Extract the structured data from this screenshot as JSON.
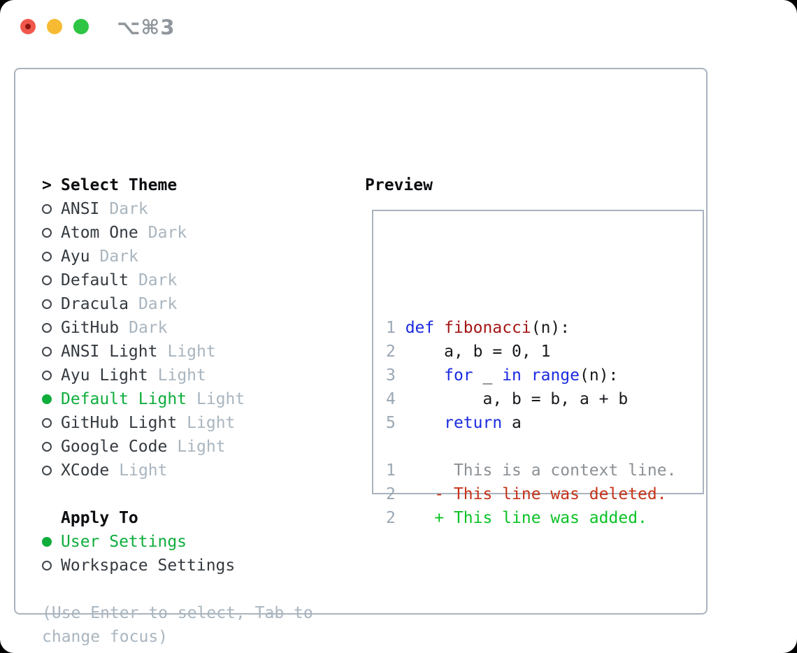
{
  "window": {
    "shortcut": "⌥⌘3",
    "traffic_lights": {
      "close_color": "#f1574b",
      "close_dot_color": "#8c1511",
      "minimize_color": "#f6bb32",
      "zoom_color": "#2dc543"
    }
  },
  "theme_panel": {
    "prompt": ">",
    "title": "Select Theme",
    "items": [
      {
        "name": "ANSI",
        "tag": "Dark",
        "selected": false
      },
      {
        "name": "Atom One",
        "tag": "Dark",
        "selected": false
      },
      {
        "name": "Ayu",
        "tag": "Dark",
        "selected": false
      },
      {
        "name": "Default",
        "tag": "Dark",
        "selected": false
      },
      {
        "name": "Dracula",
        "tag": "Dark",
        "selected": false
      },
      {
        "name": "GitHub",
        "tag": "Dark",
        "selected": false
      },
      {
        "name": "ANSI Light",
        "tag": "Light",
        "selected": false
      },
      {
        "name": "Ayu Light",
        "tag": "Light",
        "selected": false
      },
      {
        "name": "Default Light",
        "tag": "Light",
        "selected": true
      },
      {
        "name": "GitHub Light",
        "tag": "Light",
        "selected": false
      },
      {
        "name": "Google Code",
        "tag": "Light",
        "selected": false
      },
      {
        "name": "XCode",
        "tag": "Light",
        "selected": false
      }
    ],
    "apply_to": {
      "title": "Apply To",
      "options": [
        {
          "name": "User Settings",
          "selected": true
        },
        {
          "name": "Workspace Settings",
          "selected": false
        }
      ]
    },
    "help": "(Use Enter to select, Tab to change focus)"
  },
  "preview": {
    "title": "Preview",
    "code_lines": [
      {
        "tokens": [
          {
            "t": "1 ",
            "c": "ln"
          },
          {
            "t": "def",
            "c": "kw"
          },
          {
            "t": " ",
            "c": "tx"
          },
          {
            "t": "fibonacci",
            "c": "fn"
          },
          {
            "t": "(n):",
            "c": "tx"
          }
        ]
      },
      {
        "tokens": [
          {
            "t": "2 ",
            "c": "ln"
          },
          {
            "t": "    a, b = 0, 1",
            "c": "tx"
          }
        ]
      },
      {
        "tokens": [
          {
            "t": "3 ",
            "c": "ln"
          },
          {
            "t": "    ",
            "c": "tx"
          },
          {
            "t": "for",
            "c": "kw"
          },
          {
            "t": " _ ",
            "c": "tx"
          },
          {
            "t": "in",
            "c": "kw"
          },
          {
            "t": " ",
            "c": "tx"
          },
          {
            "t": "range",
            "c": "kw"
          },
          {
            "t": "(n):",
            "c": "tx"
          }
        ]
      },
      {
        "tokens": [
          {
            "t": "4 ",
            "c": "ln"
          },
          {
            "t": "        a, b = b, a + b",
            "c": "tx"
          }
        ]
      },
      {
        "tokens": [
          {
            "t": "5 ",
            "c": "ln"
          },
          {
            "t": "    ",
            "c": "tx"
          },
          {
            "t": "return",
            "c": "kw"
          },
          {
            "t": " a",
            "c": "tx"
          }
        ]
      },
      {
        "tokens": []
      },
      {
        "tokens": [
          {
            "t": "1",
            "c": "ln"
          },
          {
            "t": "      This is a context line.",
            "c": "ctx"
          }
        ]
      },
      {
        "tokens": [
          {
            "t": "2",
            "c": "ln"
          },
          {
            "t": "    - This line was deleted.",
            "c": "del"
          }
        ]
      },
      {
        "tokens": [
          {
            "t": "2",
            "c": "ln"
          },
          {
            "t": "    + This line was added.",
            "c": "add"
          }
        ]
      }
    ]
  },
  "colors": {
    "selection_green": "#0ead3c",
    "keyword_blue": "#1a2ae0",
    "function_red": "#a31515",
    "deleted_red": "#c5331a",
    "added_green": "#0cc226",
    "line_number_gray": "#9aa7b4",
    "muted_gray": "#a9b5bf",
    "panel_border": "#a9b3be"
  }
}
